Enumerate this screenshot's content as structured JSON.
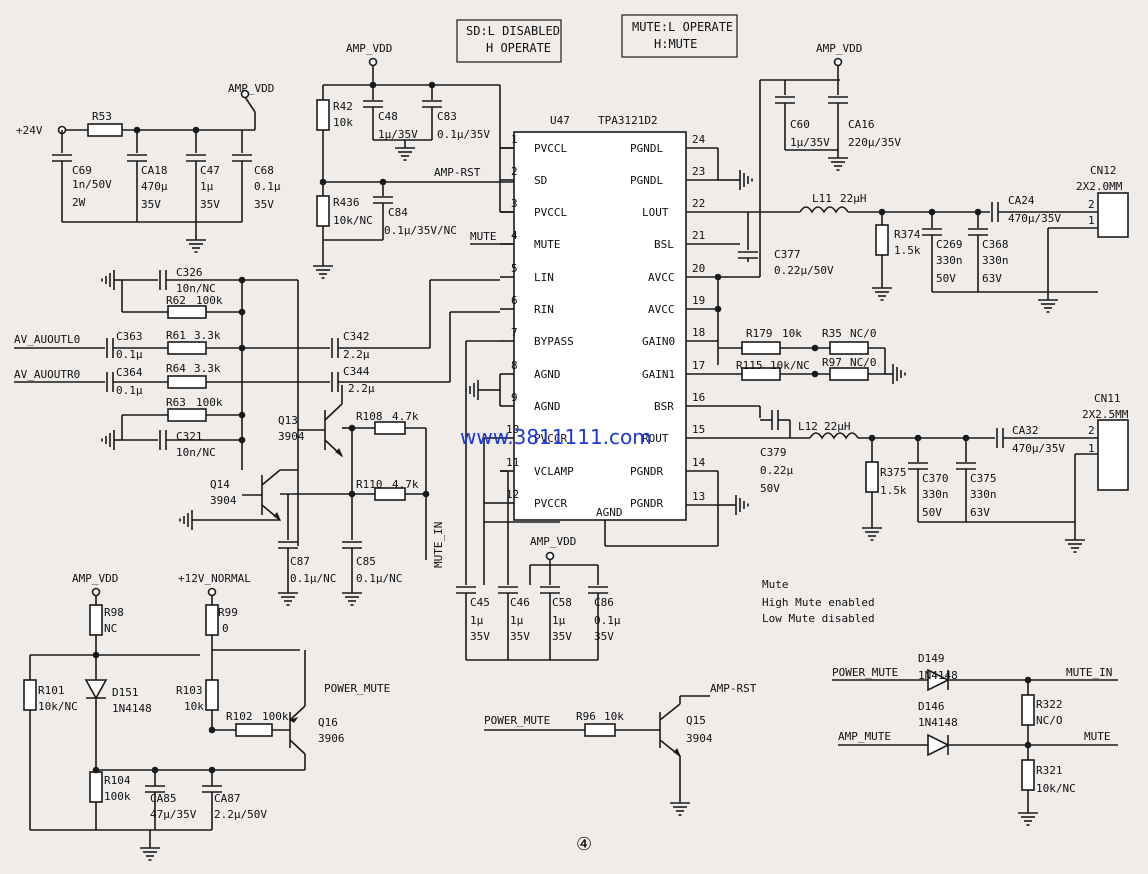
{
  "notes": {
    "sd_line1": "SD:L DISABLED",
    "sd_line2": "H OPERATE",
    "mute_line1": "MUTE:L OPERATE",
    "mute_line2": "H:MUTE",
    "mute_title": "Mute",
    "mute_high": "High Mute enabled",
    "mute_low": "Low Mute disabled"
  },
  "watermark": "www.3811111.com",
  "page_mark": "④",
  "ic": {
    "ref": "U47",
    "part": "TPA3121D2",
    "left_pins": [
      {
        "num": "1",
        "name": "PVCCL"
      },
      {
        "num": "2",
        "name": "SD"
      },
      {
        "num": "3",
        "name": "PVCCL"
      },
      {
        "num": "4",
        "name": "MUTE"
      },
      {
        "num": "5",
        "name": "LIN"
      },
      {
        "num": "6",
        "name": "RIN"
      },
      {
        "num": "7",
        "name": "BYPASS"
      },
      {
        "num": "8",
        "name": "AGND"
      },
      {
        "num": "9",
        "name": "AGND"
      },
      {
        "num": "10",
        "name": "PVCCR"
      },
      {
        "num": "11",
        "name": "VCLAMP"
      },
      {
        "num": "12",
        "name": "PVCCR"
      }
    ],
    "right_pins": [
      {
        "num": "24",
        "name": "PGNDL"
      },
      {
        "num": "23",
        "name": "PGNDL"
      },
      {
        "num": "22",
        "name": "LOUT"
      },
      {
        "num": "21",
        "name": "BSL"
      },
      {
        "num": "20",
        "name": "AVCC"
      },
      {
        "num": "19",
        "name": "AVCC"
      },
      {
        "num": "18",
        "name": "GAIN0"
      },
      {
        "num": "17",
        "name": "GAIN1"
      },
      {
        "num": "16",
        "name": "BSR"
      },
      {
        "num": "15",
        "name": "ROUT"
      },
      {
        "num": "14",
        "name": "PGNDR"
      },
      {
        "num": "13",
        "name": "PGNDR"
      }
    ],
    "agnd": "AGND"
  },
  "nets": {
    "amp_vdd": "AMP_VDD",
    "p24v": "+24V",
    "amp_rst": "AMP-RST",
    "mute": "MUTE",
    "av_l": "AV_AUOUTL0",
    "av_r": "AV_AUOUTR0",
    "mute_in": "MUTE_IN",
    "p12v": "+12V_NORMAL",
    "power_mute": "POWER_MUTE",
    "amp_mute": "AMP_MUTE"
  },
  "components": {
    "R53": {
      "ref": "R53"
    },
    "C69": {
      "ref": "C69",
      "v1": "1n/50V",
      "v2": "2W"
    },
    "CA18": {
      "ref": "CA18",
      "v1": "470μ",
      "v2": "35V"
    },
    "C47": {
      "ref": "C47",
      "v1": "1μ",
      "v2": "35V"
    },
    "C68": {
      "ref": "C68",
      "v1": "0.1μ",
      "v2": "35V"
    },
    "R42": {
      "ref": "R42",
      "v1": "10k"
    },
    "C48": {
      "ref": "C48",
      "v1": "1μ/35V"
    },
    "C83": {
      "ref": "C83",
      "v1": "0.1μ/35V"
    },
    "R436": {
      "ref": "R436",
      "v1": "10k/NC"
    },
    "C84": {
      "ref": "C84",
      "v1": "0.1μ/35V/NC"
    },
    "C326": {
      "ref": "C326",
      "v1": "10n/NC"
    },
    "R62": {
      "ref": "R62",
      "v1": "100k"
    },
    "C363": {
      "ref": "C363",
      "v1": "0.1μ"
    },
    "R61": {
      "ref": "R61",
      "v1": "3.3k"
    },
    "C342": {
      "ref": "C342",
      "v1": "2.2μ"
    },
    "C364": {
      "ref": "C364",
      "v1": "0.1μ"
    },
    "R64": {
      "ref": "R64",
      "v1": "3.3k"
    },
    "C344": {
      "ref": "C344",
      "v1": "2.2μ"
    },
    "R63": {
      "ref": "R63",
      "v1": "100k"
    },
    "C321": {
      "ref": "C321",
      "v1": "10n/NC"
    },
    "Q13": {
      "ref": "Q13",
      "v1": "3904"
    },
    "Q14": {
      "ref": "Q14",
      "v1": "3904"
    },
    "R108": {
      "ref": "R108",
      "v1": "4.7k"
    },
    "R110": {
      "ref": "R110",
      "v1": "4.7k"
    },
    "C87": {
      "ref": "C87",
      "v1": "0.1μ/NC"
    },
    "C85": {
      "ref": "C85",
      "v1": "0.1μ/NC"
    },
    "C45": {
      "ref": "C45",
      "v1": "1μ",
      "v2": "35V"
    },
    "C46": {
      "ref": "C46",
      "v1": "1μ",
      "v2": "35V"
    },
    "C58": {
      "ref": "C58",
      "v1": "1μ",
      "v2": "35V"
    },
    "C86": {
      "ref": "C86",
      "v1": "0.1μ",
      "v2": "35V"
    },
    "C60": {
      "ref": "C60",
      "v1": "1μ/35V"
    },
    "CA16": {
      "ref": "CA16",
      "v1": "220μ/35V"
    },
    "L11": {
      "ref": "L11",
      "v1": "22μH"
    },
    "C377": {
      "ref": "C377",
      "v1": "0.22μ/50V"
    },
    "R374": {
      "ref": "R374",
      "v1": "1.5k"
    },
    "C269": {
      "ref": "C269",
      "v1": "330n",
      "v2": "50V"
    },
    "C368": {
      "ref": "C368",
      "v1": "330n",
      "v2": "63V"
    },
    "CA24": {
      "ref": "CA24",
      "v1": "470μ/35V"
    },
    "CN12": {
      "ref": "CN12",
      "v1": "2X2.0MM"
    },
    "R179": {
      "ref": "R179",
      "v1": "10k"
    },
    "R35": {
      "ref": "R35",
      "v1": "NC/0"
    },
    "R115": {
      "ref": "R115",
      "v1": "10k/NC"
    },
    "R97": {
      "ref": "R97",
      "v1": "NC/0"
    },
    "C379": {
      "ref": "C379",
      "v1": "0.22μ",
      "v2": "50V"
    },
    "L12": {
      "ref": "L12",
      "v1": "22μH"
    },
    "R375": {
      "ref": "R375",
      "v1": "1.5k"
    },
    "C370": {
      "ref": "C370",
      "v1": "330n",
      "v2": "50V"
    },
    "C375": {
      "ref": "C375",
      "v1": "330n",
      "v2": "63V"
    },
    "CA32": {
      "ref": "CA32",
      "v1": "470μ/35V"
    },
    "CN11": {
      "ref": "CN11",
      "v1": "2X2.5MM"
    },
    "R98": {
      "ref": "R98",
      "v1": "NC"
    },
    "R99": {
      "ref": "R99",
      "v1": "0"
    },
    "R101": {
      "ref": "R101",
      "v1": "10k/NC"
    },
    "D151": {
      "ref": "D151",
      "v1": "1N4148"
    },
    "R103": {
      "ref": "R103",
      "v1": "10k"
    },
    "R102": {
      "ref": "R102",
      "v1": "100k"
    },
    "Q16": {
      "ref": "Q16",
      "v1": "3906"
    },
    "R104": {
      "ref": "R104",
      "v1": "100k"
    },
    "CA85": {
      "ref": "CA85",
      "v1": "47μ/35V"
    },
    "CA87": {
      "ref": "CA87",
      "v1": "2.2μ/50V"
    },
    "R96": {
      "ref": "R96",
      "v1": "10k"
    },
    "Q15": {
      "ref": "Q15",
      "v1": "3904"
    },
    "D149": {
      "ref": "D149",
      "v1": "1N4148"
    },
    "D146": {
      "ref": "D146",
      "v1": "1N4148"
    },
    "R322": {
      "ref": "R322",
      "v1": "NC/O"
    },
    "R321": {
      "ref": "R321",
      "v1": "10k/NC"
    }
  },
  "pin_numbers": {
    "one": "1",
    "two": "2"
  }
}
